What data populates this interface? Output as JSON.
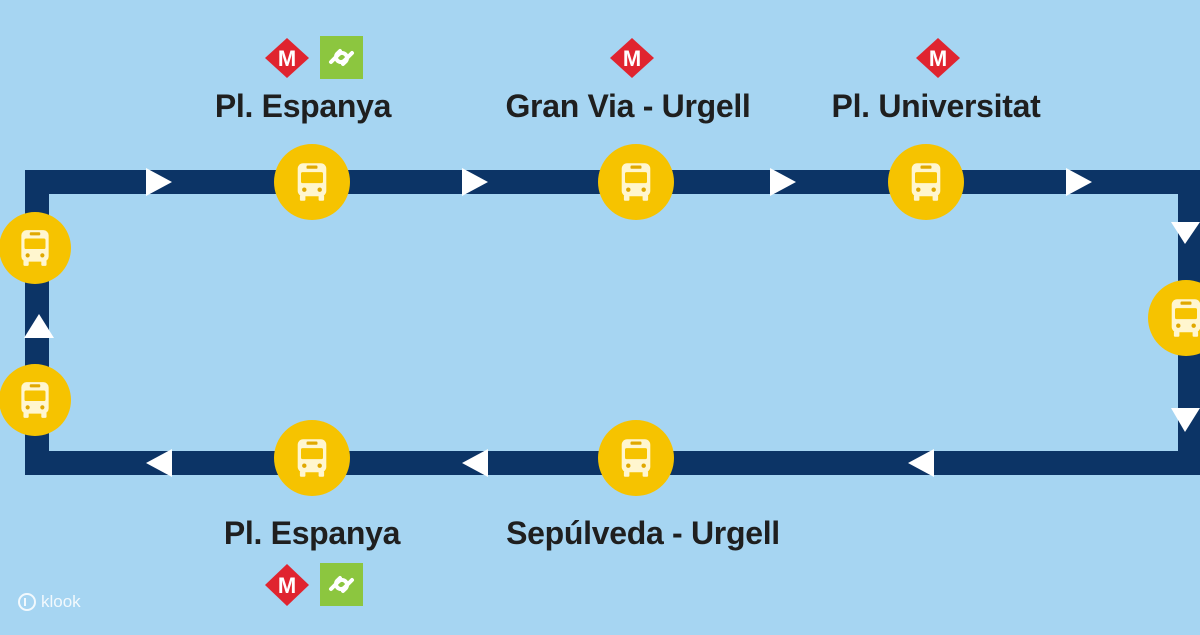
{
  "colors": {
    "background": "#a6d5f2",
    "route_line": "#0c3466",
    "stop_circle": "#f6c300",
    "bus": "#fff6cf",
    "metro": "#e0242f",
    "fgc": "#8cc63f"
  },
  "stops_top": [
    {
      "name": "Pl. Espanya",
      "services": [
        "metro",
        "fgc"
      ]
    },
    {
      "name": "Gran Via - Urgell",
      "services": [
        "metro"
      ]
    },
    {
      "name": "Pl. Universitat",
      "services": [
        "metro"
      ]
    }
  ],
  "stops_bottom": [
    {
      "name": "Pl. Espanya",
      "services": [
        "metro",
        "fgc"
      ]
    },
    {
      "name": "Sepúlveda - Urgell",
      "services": []
    }
  ],
  "metro_letter": "M",
  "watermark": "klook"
}
